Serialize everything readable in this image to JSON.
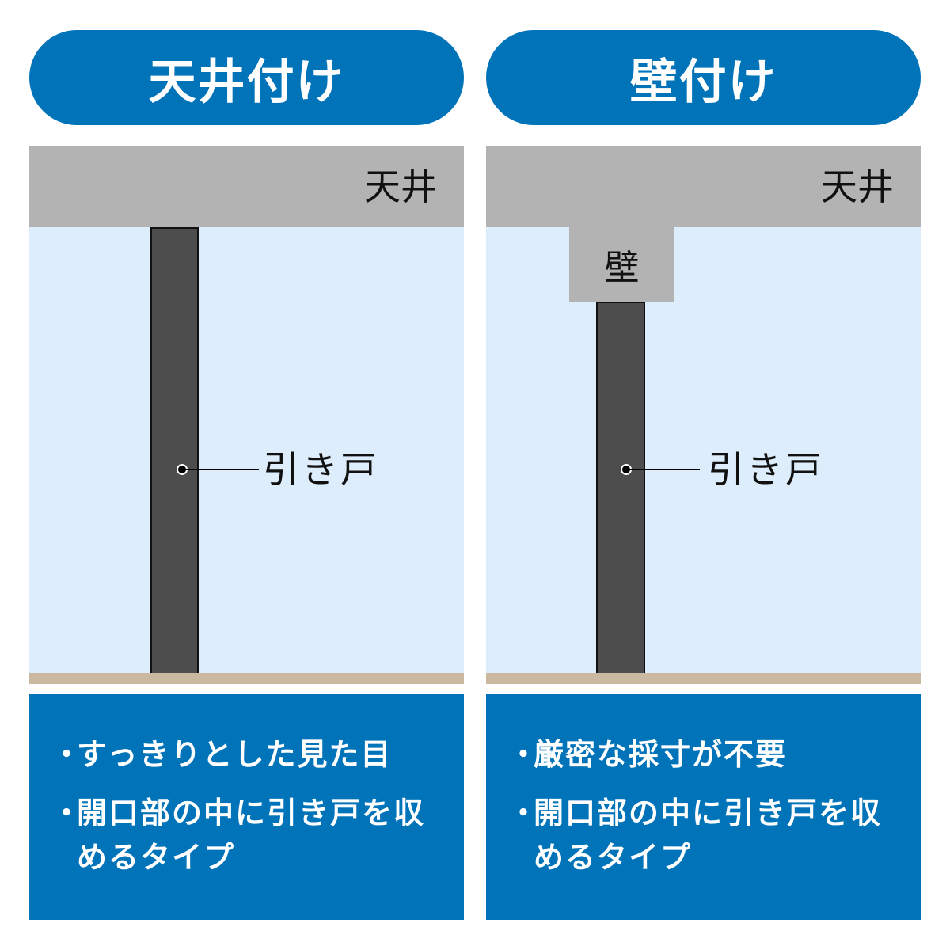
{
  "colors": {
    "accent_blue": "#0073b9",
    "room_bg": "#deedfc",
    "ceiling_gray": "#b3b3b3",
    "floor_tan": "#cab9a0",
    "door_dark": "#4d4d4d",
    "text_white": "#ffffff",
    "text_dark": "#111111"
  },
  "panels": [
    {
      "title": "天井付け",
      "ceiling_label": "天井",
      "wall_label": null,
      "door_label": "引き戸",
      "bullet_mark": "・",
      "bullets": [
        "すっきりとした見た目",
        "開口部の中に引き戸を収めるタイプ"
      ]
    },
    {
      "title": "壁付け",
      "ceiling_label": "天井",
      "wall_label": "壁",
      "door_label": "引き戸",
      "bullet_mark": "・",
      "bullets": [
        "厳密な採寸が不要",
        "開口部の中に引き戸を収めるタイプ"
      ]
    }
  ]
}
